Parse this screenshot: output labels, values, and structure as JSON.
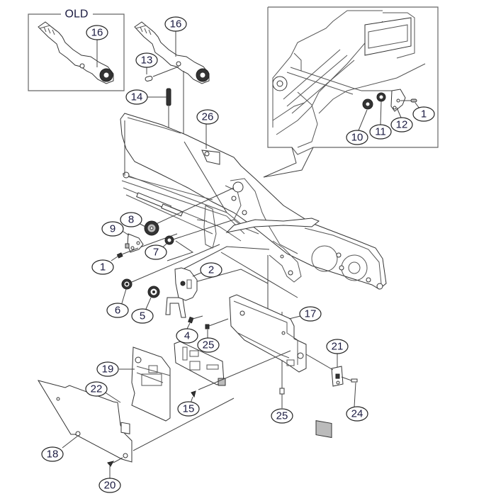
{
  "diagram": {
    "type": "exploded-parts-diagram",
    "old_box_label": "OLD",
    "callout_color": "#1a1a40",
    "callouts": [
      {
        "id": "16-old",
        "label": "16"
      },
      {
        "id": "16",
        "label": "16"
      },
      {
        "id": "13",
        "label": "13"
      },
      {
        "id": "14",
        "label": "14"
      },
      {
        "id": "26",
        "label": "26"
      },
      {
        "id": "10",
        "label": "10"
      },
      {
        "id": "11",
        "label": "11"
      },
      {
        "id": "12",
        "label": "12"
      },
      {
        "id": "1-inset",
        "label": "1"
      },
      {
        "id": "8",
        "label": "8"
      },
      {
        "id": "9",
        "label": "9"
      },
      {
        "id": "7",
        "label": "7"
      },
      {
        "id": "1",
        "label": "1"
      },
      {
        "id": "2",
        "label": "2"
      },
      {
        "id": "6",
        "label": "6"
      },
      {
        "id": "5",
        "label": "5"
      },
      {
        "id": "4",
        "label": "4"
      },
      {
        "id": "25-a",
        "label": "25"
      },
      {
        "id": "17",
        "label": "17"
      },
      {
        "id": "21",
        "label": "21"
      },
      {
        "id": "24",
        "label": "24"
      },
      {
        "id": "25-b",
        "label": "25"
      },
      {
        "id": "19",
        "label": "19"
      },
      {
        "id": "22",
        "label": "22"
      },
      {
        "id": "15",
        "label": "15"
      },
      {
        "id": "18",
        "label": "18"
      },
      {
        "id": "20",
        "label": "20"
      }
    ]
  }
}
